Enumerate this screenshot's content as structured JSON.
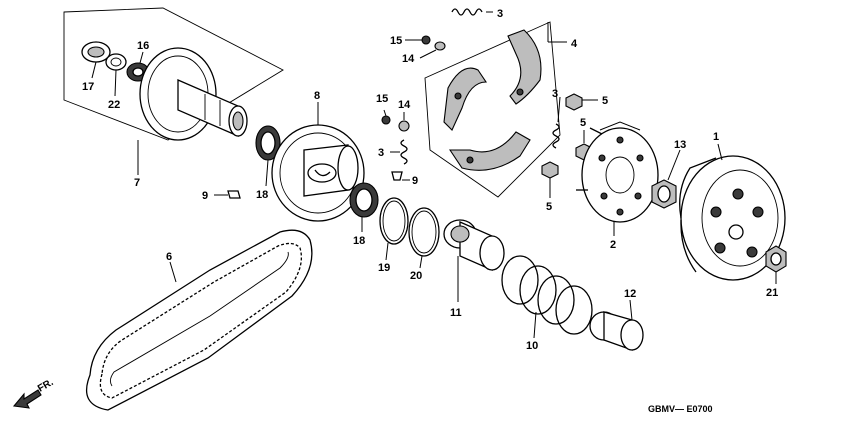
{
  "diagram_code": "GBMV— E0700",
  "direction_label": "FR.",
  "callouts": {
    "c1": "1",
    "c2": "2",
    "c3a": "3",
    "c3b": "3",
    "c3c": "3",
    "c4": "4",
    "c5a": "5",
    "c5b": "5",
    "c5c": "5",
    "c6": "6",
    "c7": "7",
    "c8": "8",
    "c9a": "9",
    "c9b": "9",
    "c10": "10",
    "c11": "11",
    "c12": "12",
    "c13": "13",
    "c14a": "14",
    "c14b": "14",
    "c15a": "15",
    "c15b": "15",
    "c16": "16",
    "c17": "17",
    "c18a": "18",
    "c18b": "18",
    "c19": "19",
    "c20": "20",
    "c21": "21",
    "c22": "22"
  }
}
